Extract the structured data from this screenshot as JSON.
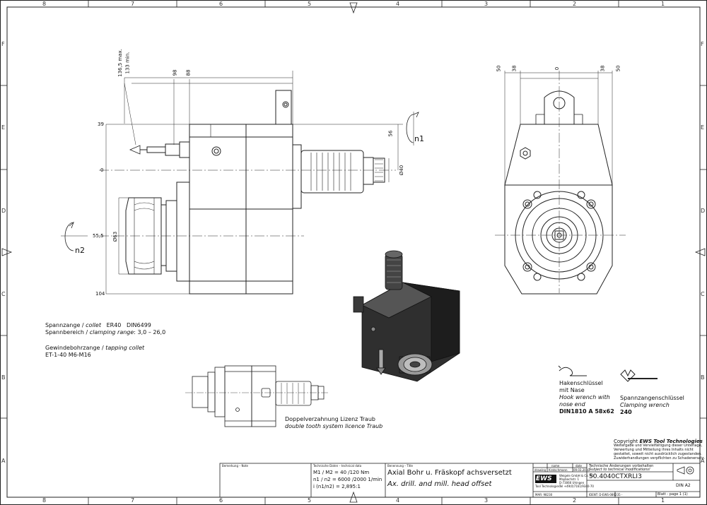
{
  "sheet": {
    "col_labels_top": [
      "8",
      "7",
      "6",
      "5",
      "4",
      "3",
      "2",
      "1"
    ],
    "row_labels": [
      "F",
      "E",
      "D",
      "C",
      "B",
      "A"
    ]
  },
  "dimensions": {
    "side_view_vertical": [
      "136,5 max.",
      "133 min.",
      "98",
      "88"
    ],
    "side_view_left": [
      "39",
      "0",
      "55,5",
      "104"
    ],
    "side_view_other": [
      "56",
      "Ø40",
      "Ø63"
    ],
    "front_view_top": [
      "50",
      "38",
      "0",
      "38",
      "50"
    ],
    "rotation_labels": [
      "n1",
      "n2"
    ]
  },
  "notes": {
    "collet_line": [
      "Spannzange / ",
      "collet",
      "ER40",
      "DIN6499"
    ],
    "clamping_line": [
      "Spannbereich / ",
      "clamping range",
      "3,0 – 26,0"
    ],
    "tap_line": [
      "Gewindebohrzange / ",
      "tapping collet"
    ],
    "tap_value": "ET-1-40   M6-M16",
    "double_tooth_de": "Doppelverzahnung Lizenz Traub",
    "double_tooth_en": "double tooth system licence Traub"
  },
  "tools": {
    "hook_wrench": [
      "Hakenschlüssel",
      "mit Nase",
      "Hook wrench with",
      "nose end",
      "DIN1810  A  58x62"
    ],
    "clamping_wrench": [
      "Spannzangenschlüssel",
      "Clamping wrench",
      "240"
    ]
  },
  "copyright": {
    "title_prefix": "Copyright ",
    "title_brand": "EWS Tool Technologies",
    "lines": [
      "Weitergabe und Vervielfältigung dieser Unterlage,",
      "Verwertung und Mitteilung ihres Inhalts nicht",
      "gestattet, soweit nicht ausdrücklich zugestanden.",
      "Zuwiderhandlungen verpflichten zu Schadenersatz."
    ]
  },
  "title_block": {
    "remark_label": "Bemerkung – Note",
    "tech_label": "Technische Daten – technical data",
    "m_line": "M1 / M2 = 40  /120 Nm",
    "n_line": "n1 / n2 = 6000 /2000  1/min",
    "i_line": "i  (n1/n2)  = 2,895:1",
    "title_label": "Benennung – Title",
    "title_de": "Axial Bohr u. Fräskopf achsversetzt",
    "title_en": "Ax. drill. and mill. head offset",
    "logo": "EWS",
    "logo_sub": "Tool Technologies",
    "address": [
      "Weigele GmbH & Co. KG",
      "Maybachstr. 1",
      "D-73066 Uhingen",
      "Tel +49(0)7161/9340-70"
    ],
    "col_name": "name",
    "col_date": "date",
    "row_drawing": "drawing",
    "drawer": "Kratschmann",
    "date": "09.03.2010",
    "changes_de": "Technische Änderungen vorbehalten",
    "changes_en": "Subject to technical modifications!",
    "drawing_no": "50.4040CTXRLI3",
    "paper": "DIN A2",
    "mat_no": "MAR: 98230",
    "ident": "IDENT: D-EWS-086235 -",
    "sheet": "Blatt - page 1 (1)"
  }
}
